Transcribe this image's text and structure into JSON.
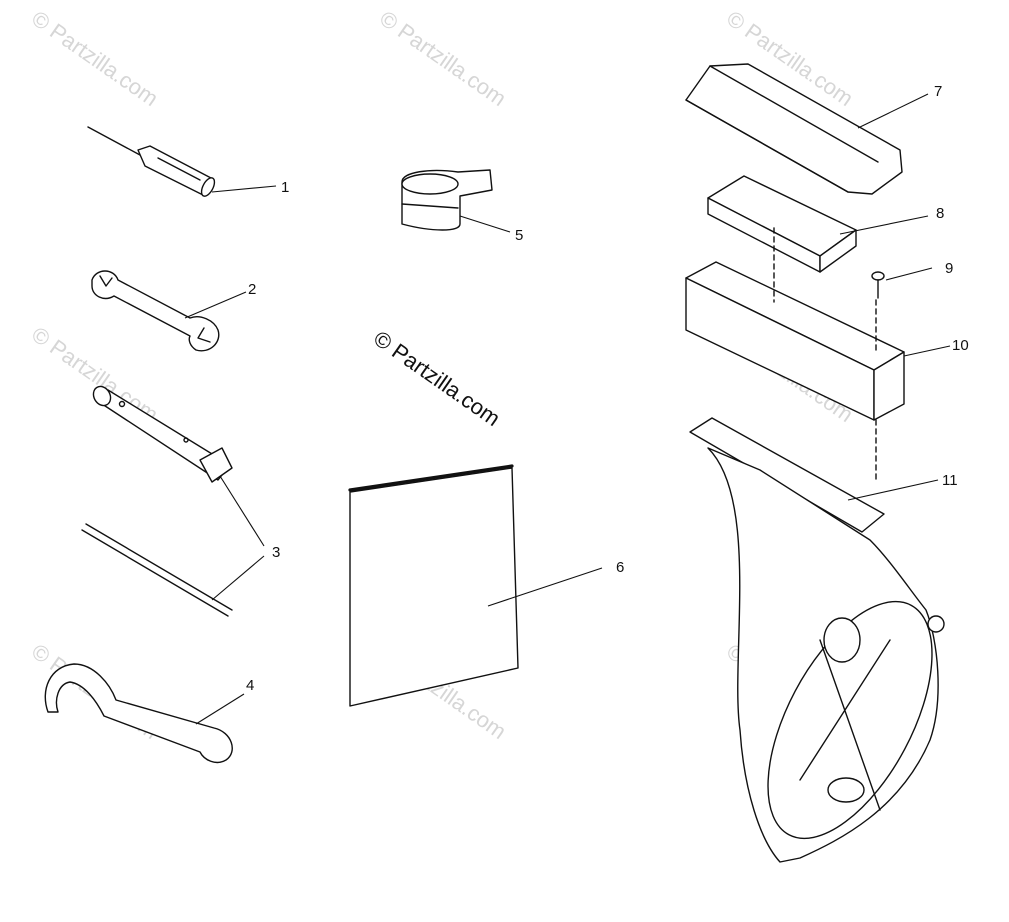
{
  "watermark": {
    "small": "© Partzilla.com",
    "main": "© Partzilla.com"
  },
  "callouts": [
    "1",
    "2",
    "3",
    "4",
    "5",
    "6",
    "7",
    "8",
    "9",
    "10",
    "11"
  ]
}
